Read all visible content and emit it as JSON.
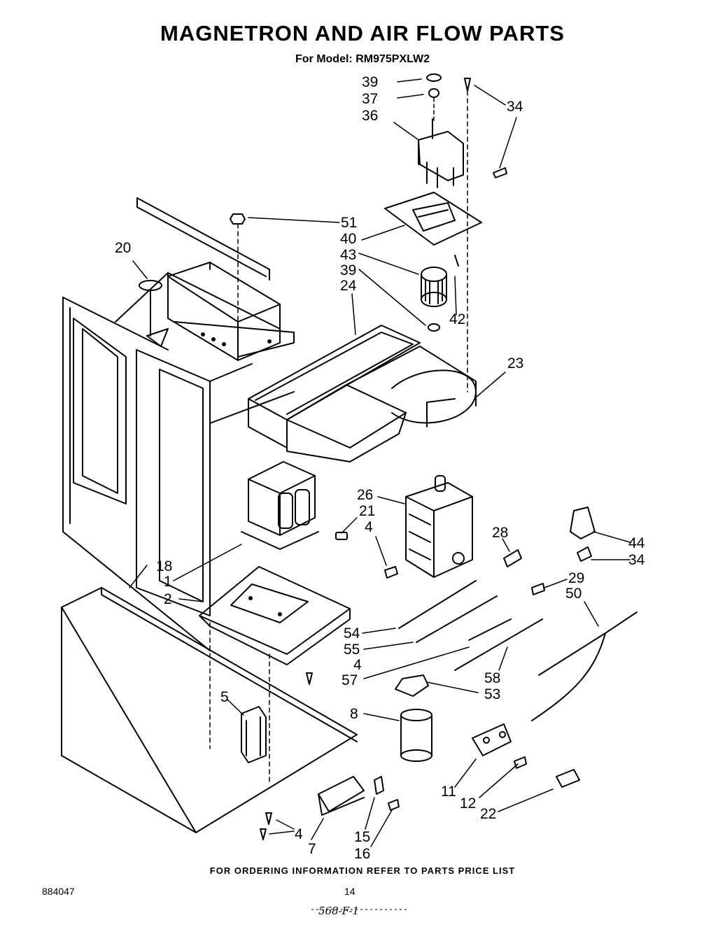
{
  "title": "MAGNETRON AND AIR FLOW PARTS",
  "subtitle": "For Model: RM975PXLW2",
  "footer_note": "FOR ORDERING INFORMATION REFER TO PARTS PRICE LIST",
  "doc_number": "884047",
  "page_number": "14",
  "handwritten_mark": "568-F-1",
  "callouts": {
    "c39a": "39",
    "c37": "37",
    "c36": "36",
    "c34a": "34",
    "c51": "51",
    "c40": "40",
    "c43": "43",
    "c39b": "39",
    "c24": "24",
    "c42": "42",
    "c20": "20",
    "c23": "23",
    "c26": "26",
    "c21": "21",
    "c4a": "4",
    "c28": "28",
    "c44": "44",
    "c34b": "34",
    "c18": "18",
    "c1": "1",
    "c2": "2",
    "c29": "29",
    "c50": "50",
    "c54": "54",
    "c55": "55",
    "c4b": "4",
    "c57": "57",
    "c58": "58",
    "c53": "53",
    "c5": "5",
    "c8": "8",
    "c11": "11",
    "c12": "12",
    "c22": "22",
    "c4c": "4",
    "c7": "7",
    "c15": "15",
    "c16": "16"
  }
}
